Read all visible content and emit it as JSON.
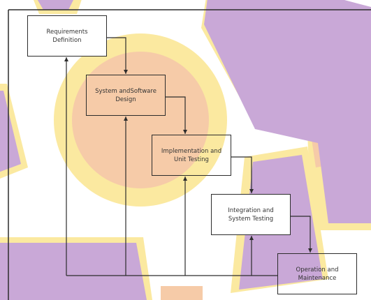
{
  "colors": {
    "background": "#ffffff",
    "purple": "#c9a8d7",
    "yellow": "#fbe9a0",
    "peach": "#f6cba8",
    "line": "#2c2c2c",
    "text": "#333333"
  },
  "boxes": {
    "requirements": "Requirements\nDefinition",
    "system_design": "System andSoftware\nDesign",
    "implementation": "Implementation and\nUnit Testing",
    "integration": "Integration and\nSystem Testing",
    "operation": "Operation and\nMaintenance"
  }
}
